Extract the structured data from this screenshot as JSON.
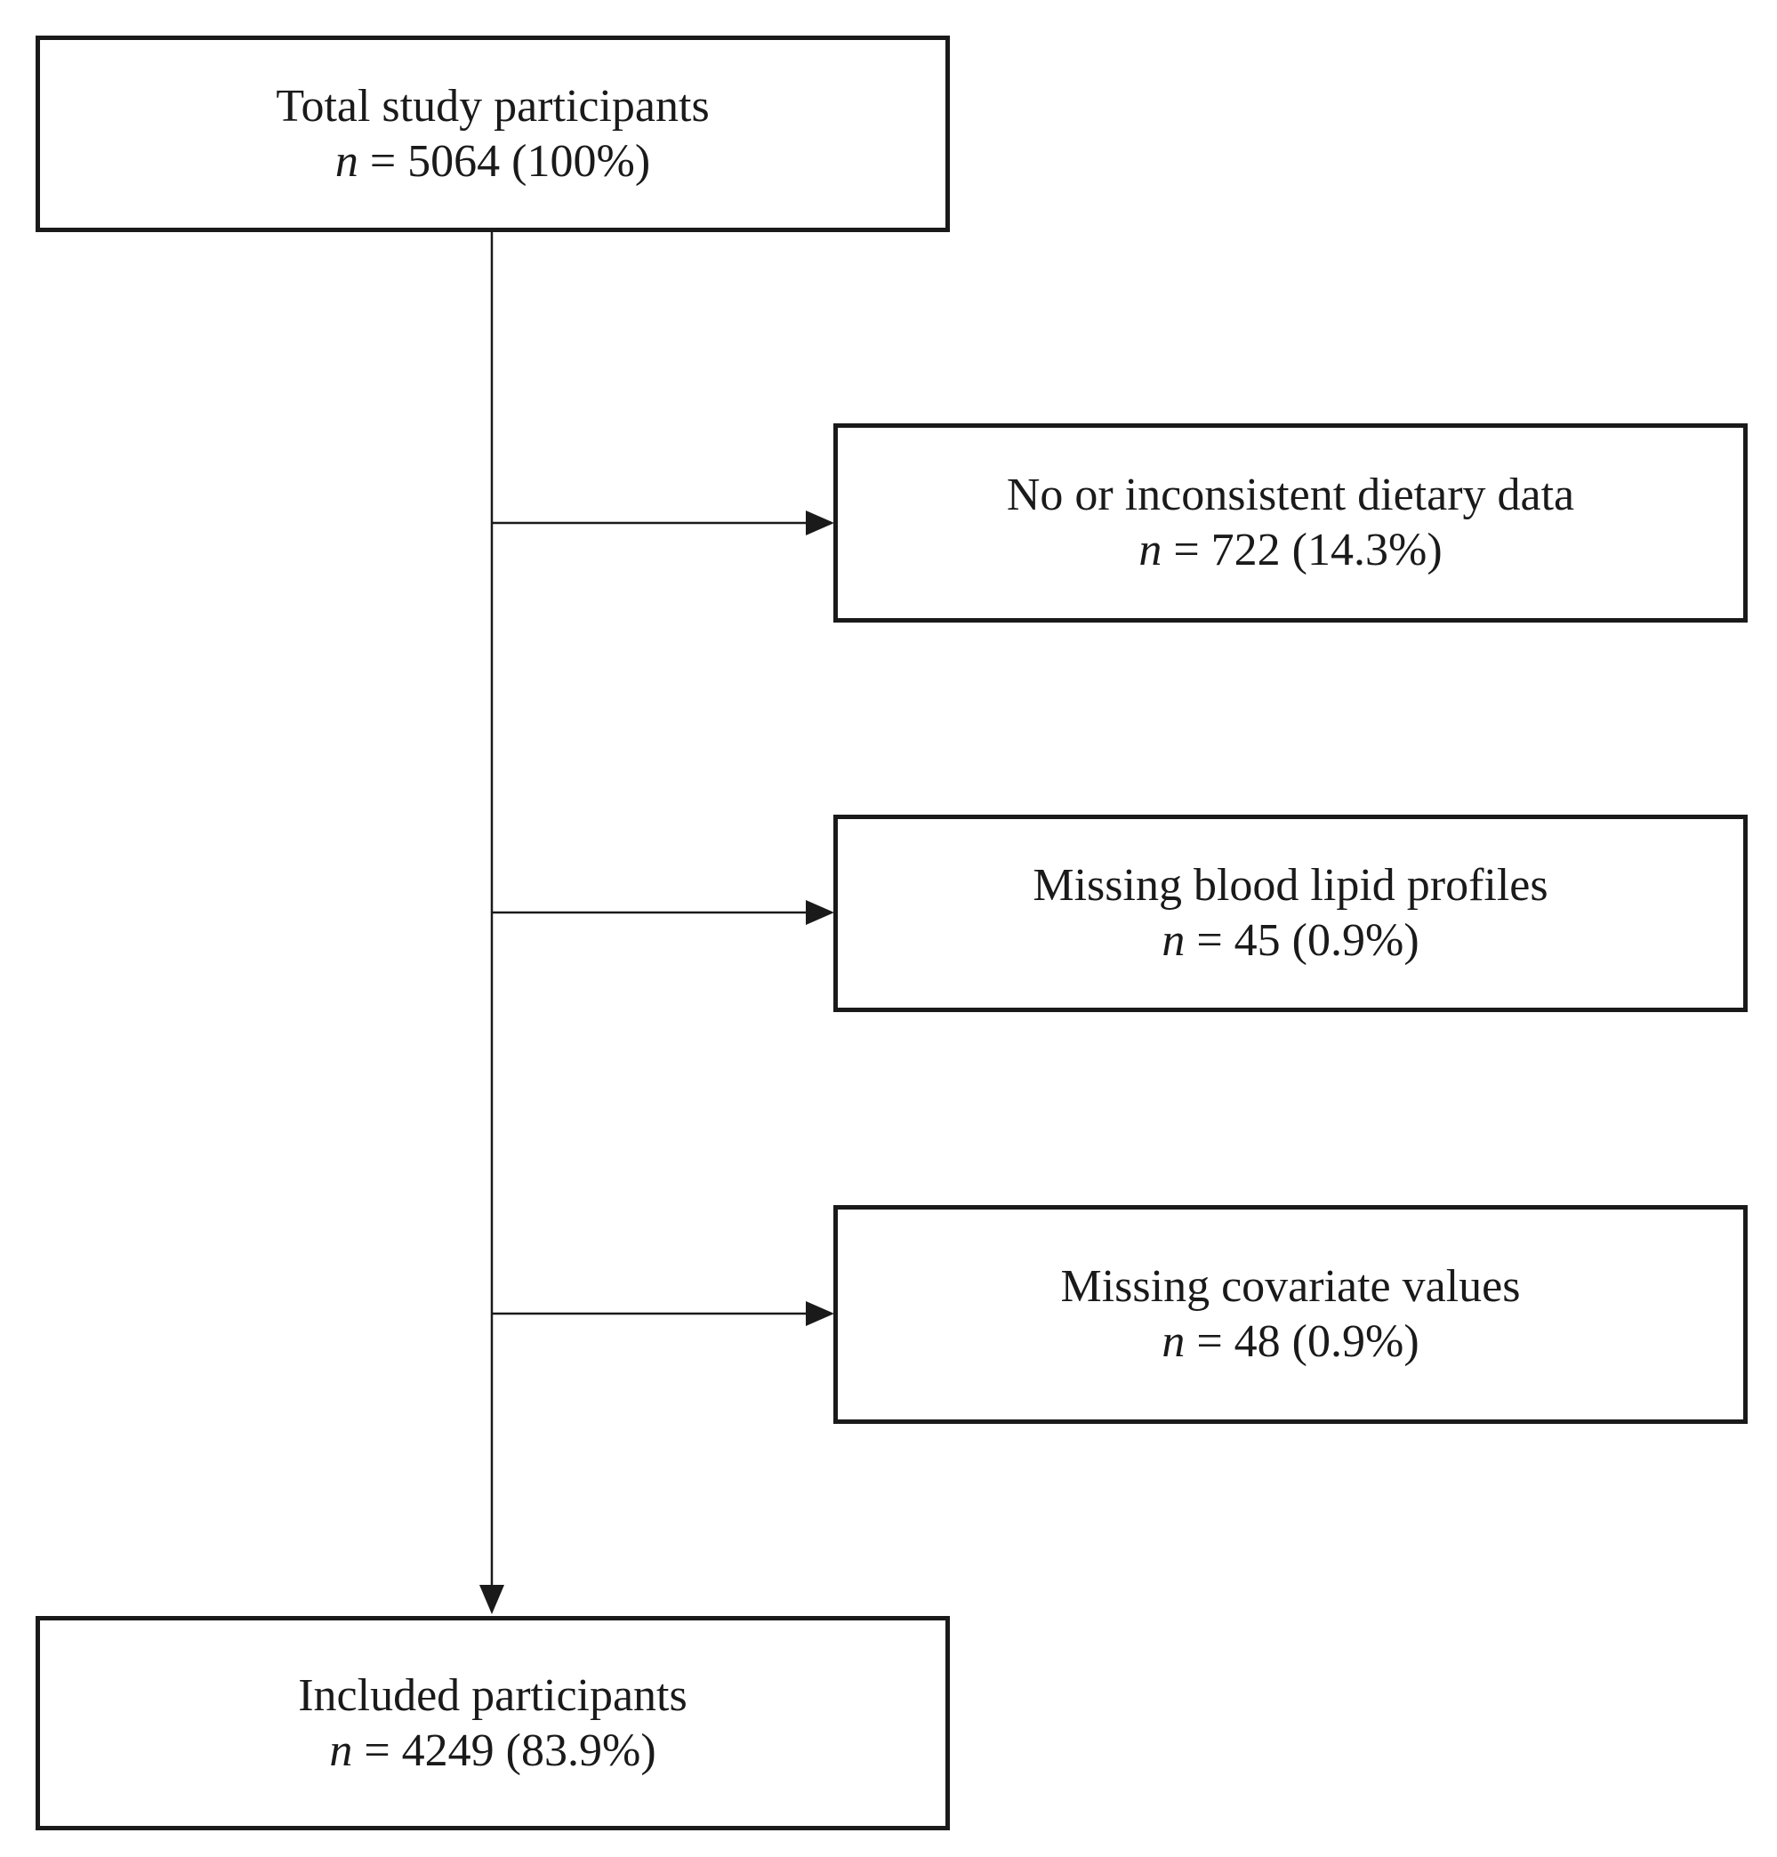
{
  "flow": {
    "start": {
      "label": "Total study participants",
      "n_symbol": "n",
      "count_text": " = 5064 (100%)"
    },
    "exclusions": [
      {
        "label": "No or inconsistent dietary data",
        "n_symbol": "n",
        "count_text": " = 722 (14.3%)"
      },
      {
        "label": "Missing blood lipid profiles",
        "n_symbol": "n",
        "count_text": " = 45 (0.9%)"
      },
      {
        "label": "Missing covariate values",
        "n_symbol": "n",
        "count_text": " = 48 (0.9%)"
      }
    ],
    "end": {
      "label": "Included participants",
      "n_symbol": "n",
      "count_text": " = 4249 (83.9%)"
    }
  }
}
